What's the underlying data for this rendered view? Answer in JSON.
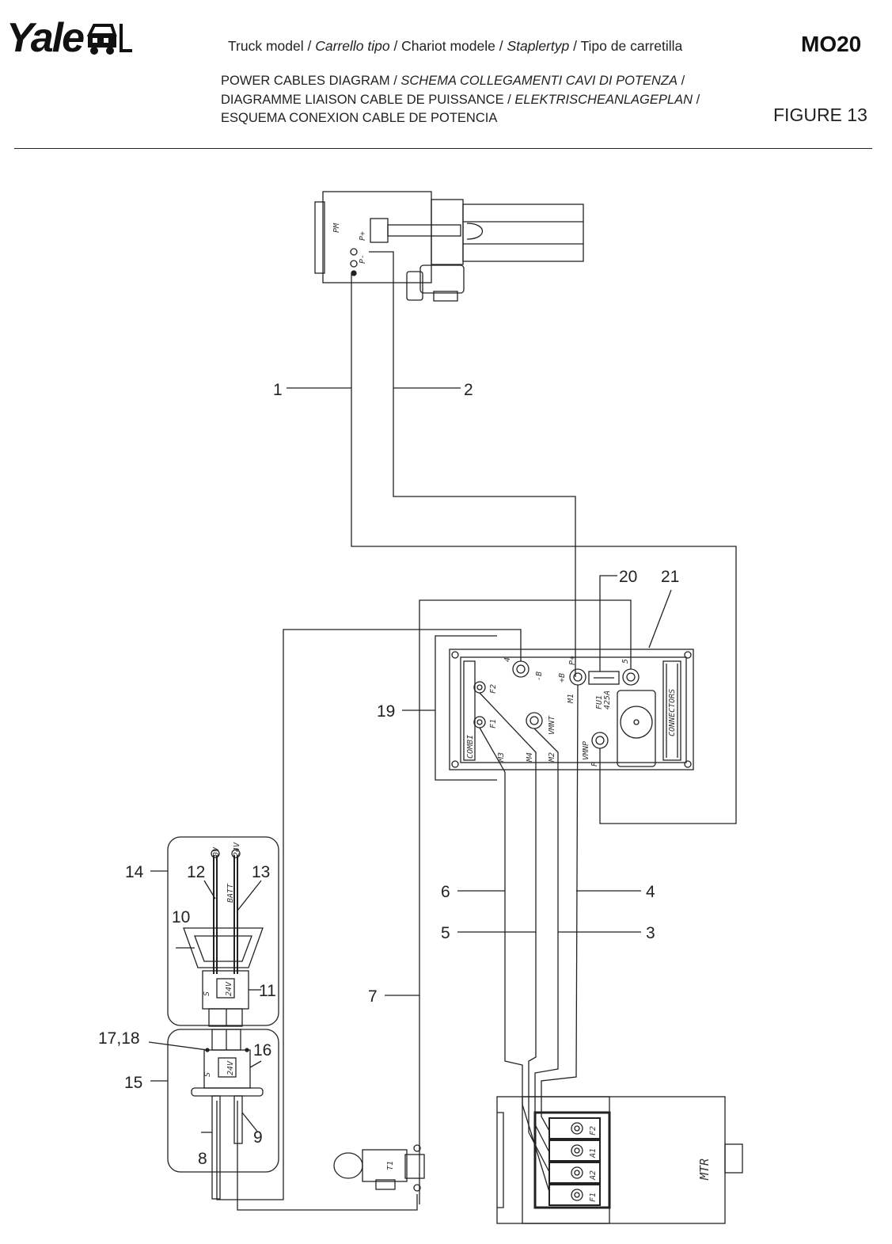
{
  "logo": {
    "brand_text": "Yale"
  },
  "header": {
    "truck_model_line": [
      {
        "text": "Truck model / ",
        "italic": false
      },
      {
        "text": "Carrello tipo",
        "italic": true
      },
      {
        "text": " / Chariot modele / ",
        "italic": false
      },
      {
        "text": "Staplertyp",
        "italic": true
      },
      {
        "text": " / Tipo de carretilla",
        "italic": false
      }
    ],
    "model_code": "MO20",
    "title_line_1": [
      {
        "text": "POWER CABLES DIAGRAM / ",
        "italic": false
      },
      {
        "text": "SCHEMA COLLEGAMENTI CAVI DI POTENZA",
        "italic": true
      },
      {
        "text": " /",
        "italic": false
      }
    ],
    "title_line_2": [
      {
        "text": "DIAGRAMME LIAISON CABLE DE PUISSANCE / ",
        "italic": false
      },
      {
        "text": "ELEKTRISCHEANLAGEPLAN",
        "italic": true
      },
      {
        "text": " /",
        "italic": false
      }
    ],
    "title_line_3": [
      {
        "text": "ESQUEMA CONEXION CABLE DE POTENCIA",
        "italic": false
      }
    ],
    "figure_label": "FIGURE 13"
  },
  "callouts": {
    "c1": "1",
    "c2": "2",
    "c3": "3",
    "c4": "4",
    "c5": "5",
    "c6": "6",
    "c7": "7",
    "c8": "8",
    "c9": "9",
    "c10": "10",
    "c11": "11",
    "c12": "12",
    "c13": "13",
    "c14": "14",
    "c15": "15",
    "c16": "16",
    "c17_18": "17,18",
    "c19": "19",
    "c20": "20",
    "c21": "21"
  },
  "pump_motor": {
    "label": "PM",
    "p_plus": "P+",
    "p_minus": "P-"
  },
  "controller": {
    "brand": "COMBI",
    "terminal_minus_b": "-B",
    "terminal_4": "4",
    "terminal_plus_b": "+B",
    "terminal_p_plus": "P+",
    "terminal_5": "5",
    "terminal_m1": "M1",
    "terminal_f2": "F2",
    "terminal_f1": "F1",
    "terminal_vmnt": "VMNT",
    "terminal_vmnp": "VMNP",
    "terminal_p": "P",
    "wire_m3": "M3",
    "wire_m4": "M4",
    "wire_m2": "M2",
    "fuse_label": "FU1",
    "fuse_rating": "425A",
    "connectors_label": "CONNECTORS"
  },
  "battery": {
    "label": "BATT",
    "zero_v": "0V",
    "plus_24v": "24V",
    "plug_rating": "24V",
    "plug_s": "S"
  },
  "contactor": {
    "label": "T1"
  },
  "traction_motor": {
    "label": "MTR",
    "terminals": [
      "F2",
      "A1",
      "A2",
      "F1"
    ]
  }
}
